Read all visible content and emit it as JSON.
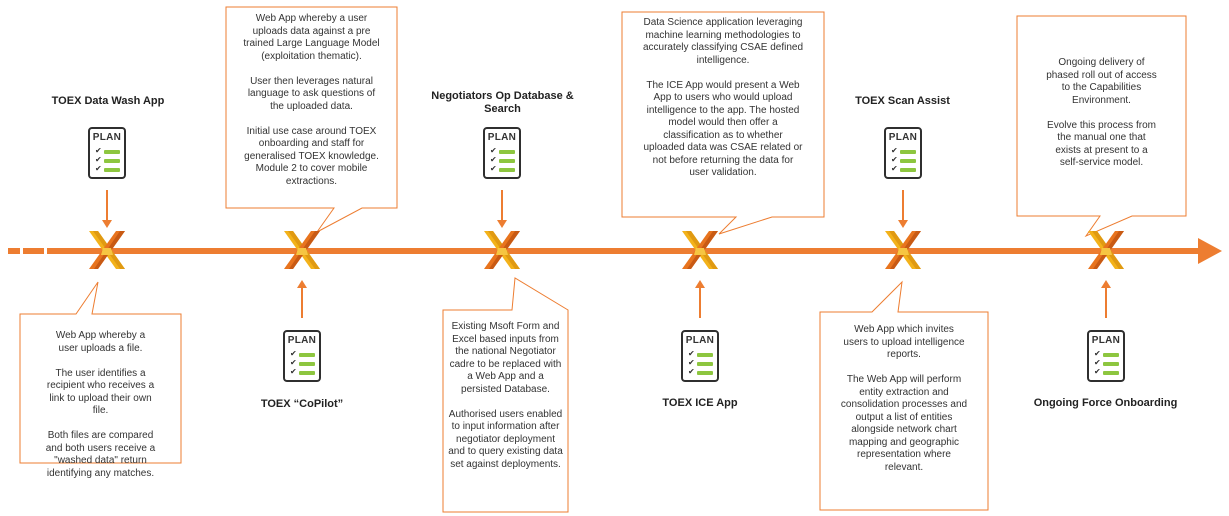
{
  "colors": {
    "accent": "#ed7d31",
    "x_gold": "#f3b21a",
    "x_orange": "#e8741e",
    "plan_green": "#8dc63f"
  },
  "icon": {
    "plan_label": "PLAN"
  },
  "milestones": [
    {
      "title": "TOEX Data Wash App",
      "description": "Web App whereby a\nuser uploads a file.\n\nThe user identifies a\nrecipient who receives a\nlink to upload their own\nfile.\n\nBoth files are compared\nand both users receive a\n\"washed data\" return\nidentifying any matches."
    },
    {
      "title": "TOEX “CoPilot”",
      "description": "Web App whereby a user\nuploads data against a pre\ntrained Large Language Model\n(exploitation thematic).\n\nUser then leverages natural\nlanguage to ask questions of\nthe uploaded data.\n\nInitial use case around TOEX\nonboarding and staff for\ngeneralised TOEX knowledge.\nModule 2 to cover mobile\nextractions."
    },
    {
      "title": "Negotiators Op Database & Search",
      "description": "Existing Msoft Form and\nExcel based inputs from\nthe national Negotiator\ncadre to be replaced with\na Web App and a\npersisted Database.\n\nAuthorised users enabled\nto input information after\nnegotiator deployment\nand to query existing data\nset against deployments."
    },
    {
      "title": "TOEX ICE App",
      "description": "Data Science application leveraging\nmachine learning methodologies to\naccurately classifying CSAE defined\nintelligence.\n\nThe ICE App would present a Web\nApp to users who would upload\nintelligence to the app.  The hosted\nmodel would then offer a\nclassification as to whether\nuploaded data was CSAE related or\nnot before returning the data for\nuser validation."
    },
    {
      "title": "TOEX Scan Assist",
      "description": "Web App which invites\nusers to upload intelligence\nreports.\n\nThe Web App will perform\nentity extraction and\nconsolidation processes and\noutput a list of entities\nalongside network chart\nmapping and geographic\nrepresentation where\nrelevant."
    },
    {
      "title": "Ongoing Force Onboarding",
      "description": "Ongoing delivery of\nphased roll out of access\nto the Capabilities\nEnvironment.\n\nEvolve this process from\nthe manual one that\nexists at present to a\nself-service model."
    }
  ]
}
